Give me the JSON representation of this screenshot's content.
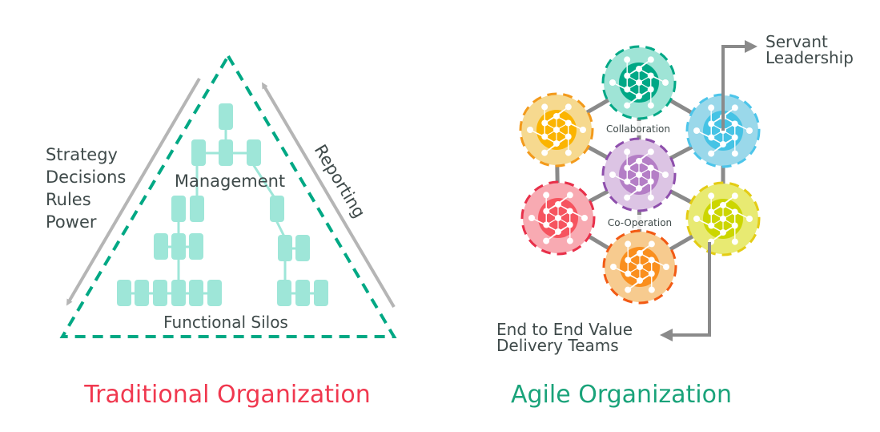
{
  "traditional": {
    "title": "Traditional Organization",
    "left_labels": [
      "Strategy",
      "Decisions",
      "Rules",
      "Power"
    ],
    "right_label": "Reporting",
    "management_label": "Management",
    "silos_label": "Functional Silos"
  },
  "agile": {
    "title": "Agile Organization",
    "collaboration_label": "Collaboration",
    "cooperation_label": "Co-Operation",
    "servant_label": [
      "Servant",
      "Leadership"
    ],
    "teams_label": [
      "End to End Value",
      "Delivery Teams"
    ],
    "teams": [
      {
        "name": "green",
        "fill": "#9fe4d6",
        "inner": "#00a886",
        "dash": "#00a886"
      },
      {
        "name": "yellow",
        "fill": "#f6d98f",
        "inner": "#fbb400",
        "dash": "#f39a1c"
      },
      {
        "name": "blue",
        "fill": "#9ad8ea",
        "inner": "#45c3e5",
        "dash": "#4cc5ea"
      },
      {
        "name": "purple",
        "fill": "#dcc4e4",
        "inner": "#b47ec6",
        "dash": "#8e4fac"
      },
      {
        "name": "red",
        "fill": "#f8aab2",
        "inner": "#f6545f",
        "dash": "#e8304a"
      },
      {
        "name": "lime",
        "fill": "#e8ea72",
        "inner": "#ccd600",
        "dash": "#e4cc14"
      },
      {
        "name": "orange",
        "fill": "#f7cb8f",
        "inner": "#fa8f1e",
        "dash": "#f25a14"
      }
    ]
  },
  "colors": {
    "traditional_title": "#f0384f",
    "agile_title": "#1aa37a",
    "triangle": "#00a884",
    "box": "#9ee6d8",
    "arrow": "#8a8a8a",
    "text": "#3f4a4a"
  }
}
